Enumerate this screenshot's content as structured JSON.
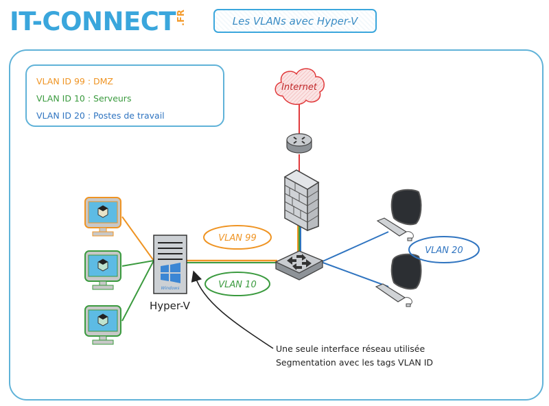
{
  "header": {
    "logo_main": "IT-CONNECT",
    "logo_suffix": ".FR",
    "title": "Les VLANs avec Hyper-V"
  },
  "legend": {
    "items": [
      {
        "label": "VLAN ID 99 : DMZ",
        "color": "#ef9423"
      },
      {
        "label": "VLAN ID 10 : Serveurs",
        "color": "#3a9a3e"
      },
      {
        "label": "VLAN ID 20 : Postes de travail",
        "color": "#2f74c0"
      }
    ]
  },
  "nodes": {
    "internet": "Internet",
    "router": "router-icon",
    "firewall": "firewall-icon",
    "switch": "switch-icon",
    "hyperv_label": "Hyper-V",
    "hyperv_os_label": "Windows"
  },
  "vlan_tags": {
    "vlan99": "VLAN 99",
    "vlan10": "VLAN 10",
    "vlan20": "VLAN 20"
  },
  "colors": {
    "dmz": "#ef9423",
    "servers": "#3a9a3e",
    "workstations": "#2f74c0",
    "internet": "#e0383a",
    "accent": "#3aa6dc"
  },
  "caption": {
    "line1": "Une seule interface réseau utilisée",
    "line2": "Segmentation avec les tags VLAN ID"
  }
}
